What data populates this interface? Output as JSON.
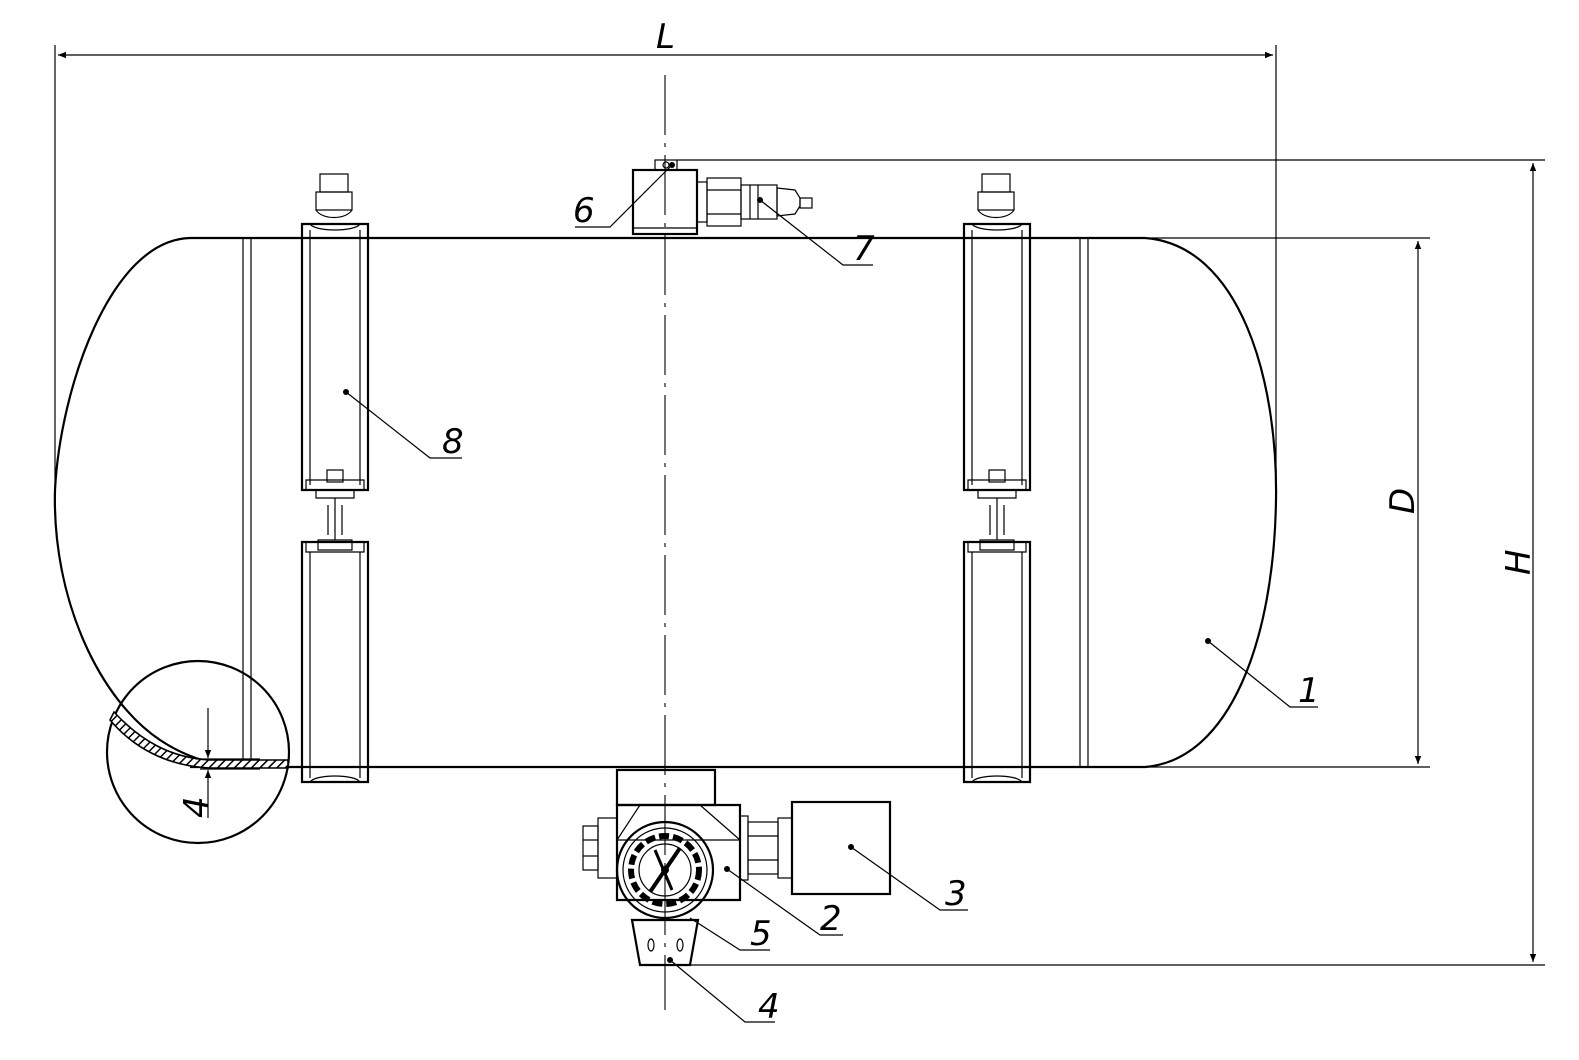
{
  "dimensions": {
    "length": "L",
    "diameter": "D",
    "height": "H",
    "wall_thickness": "4"
  },
  "callouts": {
    "c1": "1",
    "c2": "2",
    "c3": "3",
    "c4": "4",
    "c5": "5",
    "c6": "6",
    "c7": "7",
    "c8": "8"
  }
}
